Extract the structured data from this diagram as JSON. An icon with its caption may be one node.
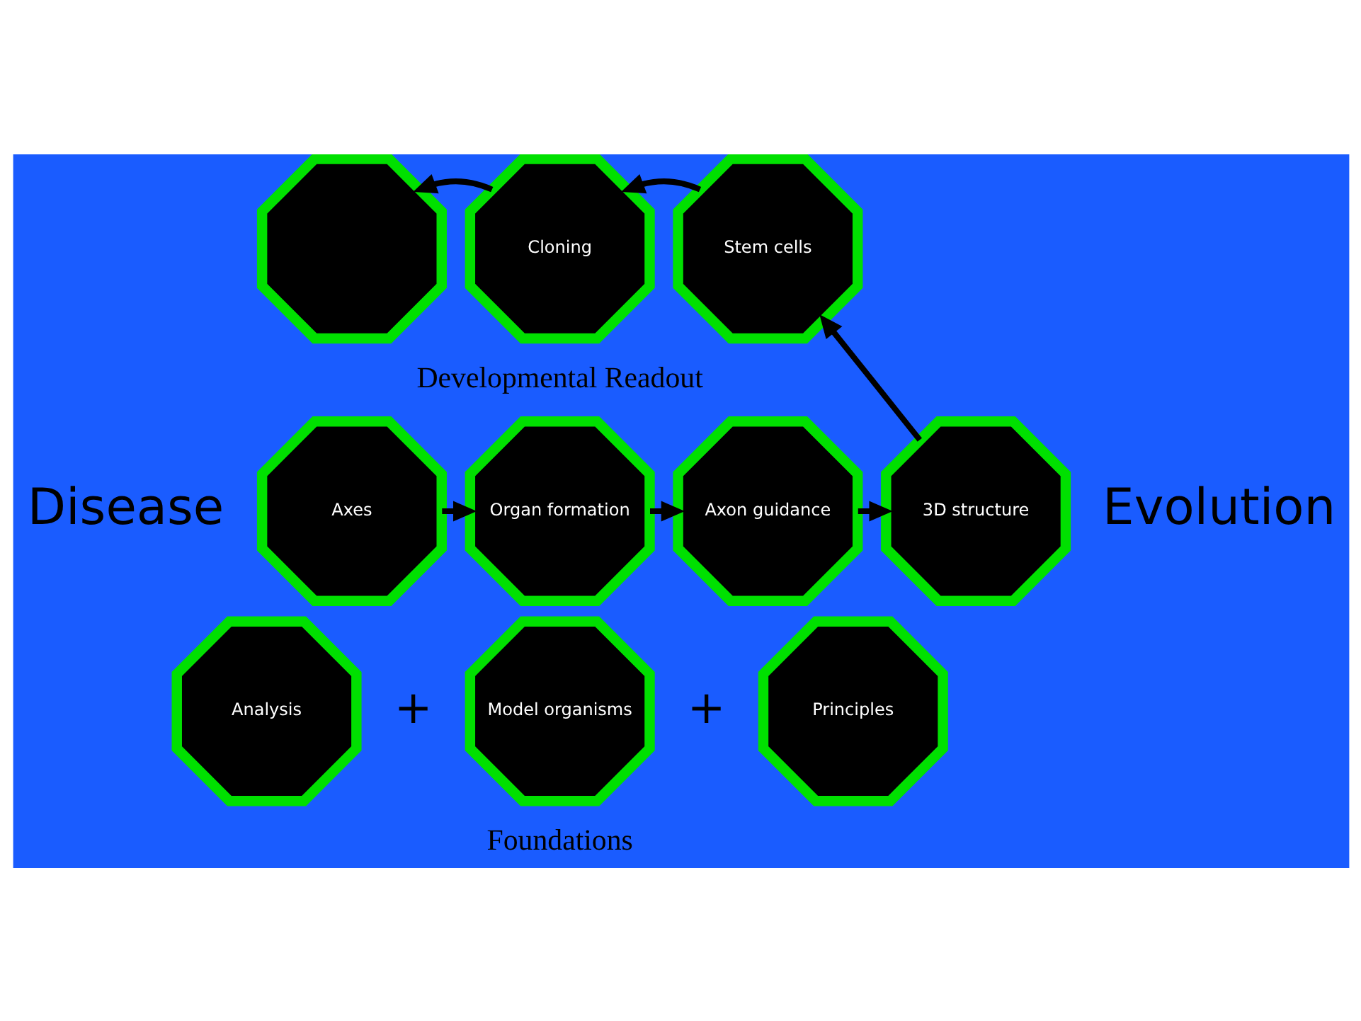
{
  "diagram": {
    "nodes": [
      {
        "text": [],
        "shape": "octagon"
      },
      {
        "text": [
          "Cloning"
        ]
      },
      {
        "text": [
          "Stem cells"
        ]
      },
      {
        "text": [
          "Axes"
        ]
      },
      {
        "text": [
          "Organ formation"
        ]
      },
      {
        "text": [
          "Axon guidance"
        ]
      },
      {
        "text": [
          "3D structure"
        ]
      },
      {
        "text": [
          "Analysis"
        ]
      },
      {
        "text": [
          "Model organisms"
        ]
      },
      {
        "text": [
          "Principles"
        ]
      }
    ],
    "edges": [
      {
        "from": 2,
        "to": 1,
        "arrow": "to"
      },
      {
        "from": 1,
        "to": 0,
        "arrow": "to"
      },
      {
        "from": 6,
        "to": 2,
        "arrow": "to"
      },
      {
        "from": 3,
        "to": 4,
        "arrow": "to"
      },
      {
        "from": 4,
        "to": 5,
        "arrow": "to"
      },
      {
        "from": 5,
        "to": 6,
        "arrow": "to"
      }
    ],
    "labels": [
      "Disease",
      "Developmental Readout",
      "Evolution",
      "+",
      "+",
      "Foundations"
    ]
  }
}
